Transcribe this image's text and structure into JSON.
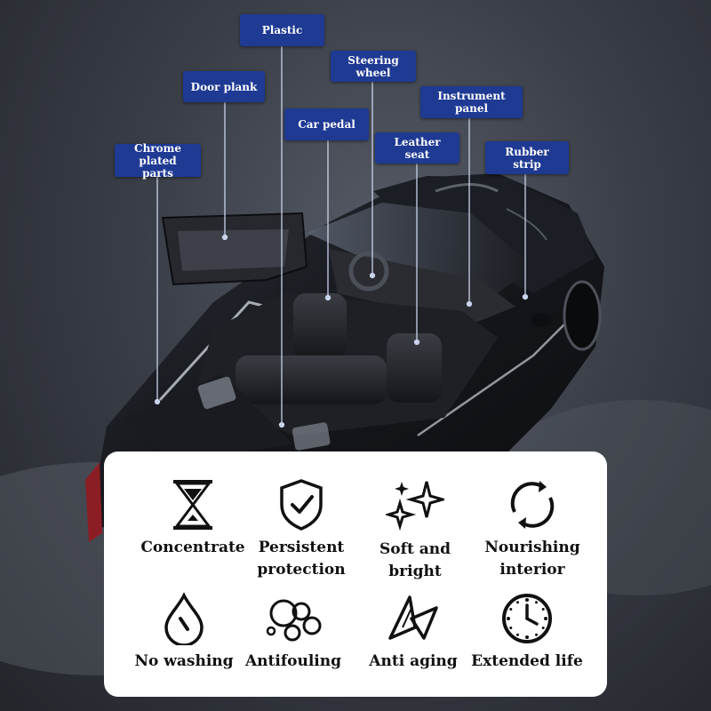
{
  "callouts": {
    "plastic": "Plastic",
    "steering_wheel": "Steering wheel",
    "door_plank": "Door plank",
    "instrument_panel": "Instrument panel",
    "car_pedal": "Car pedal",
    "leather_seat": "Leather seat",
    "chrome_plated_parts": "Chrome plated\nparts",
    "rubber_strip": "Rubber strip"
  },
  "features": [
    {
      "label": "Concentrate",
      "icon": "hourglass-icon"
    },
    {
      "label": "Persistent\nprotection",
      "icon": "shield-check-icon"
    },
    {
      "label": "Soft and\nbright",
      "icon": "sparkle-stars-icon"
    },
    {
      "label": "Nourishing\ninterior",
      "icon": "circular-arrows-icon"
    },
    {
      "label": "No washing",
      "icon": "water-drop-icon"
    },
    {
      "label": "Antifouling",
      "icon": "bubbles-icon"
    },
    {
      "label": "Anti aging",
      "icon": "leaves-icon"
    },
    {
      "label": "Extended life",
      "icon": "clock-icon"
    }
  ],
  "colors": {
    "callout_bg": "#1f3a93",
    "callout_text": "#ffffff",
    "background": "#3a3e47",
    "car_body": "#16181d"
  }
}
